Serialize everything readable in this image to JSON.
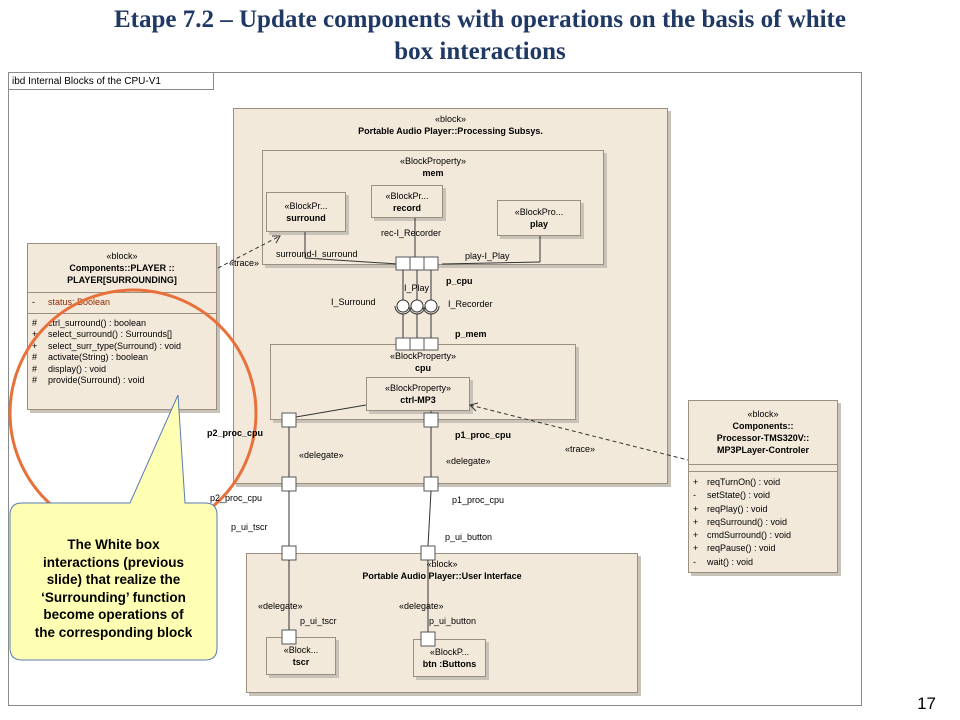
{
  "title": {
    "line1": "Etape 7.2 – Update components with operations on the basis of white",
    "line2": "box interactions"
  },
  "frame_label": "ibd Internal Blocks of the CPU-V1",
  "processing_block": {
    "stereotype": "«block»",
    "name": "Portable Audio Player::Processing Subsys."
  },
  "mem": {
    "stereotype": "«BlockProperty»",
    "name": "mem"
  },
  "surround": {
    "stereotype": "«BlockPr...",
    "name": "surround"
  },
  "record": {
    "stereotype": "«BlockPr...",
    "name": "record"
  },
  "play": {
    "stereotype": "«BlockPro...",
    "name": "play"
  },
  "cpu": {
    "stereotype": "«BlockProperty»",
    "name": "cpu"
  },
  "ctrl": {
    "stereotype": "«BlockProperty»",
    "name": "ctrl-MP3"
  },
  "player_block": {
    "stereotype": "«block»",
    "name_line1": "Components::PLAYER ::",
    "name_line2": "PLAYER[SURROUNDING]",
    "attributes": [
      {
        "vis": "-",
        "text": "status: Boolean"
      }
    ],
    "operations": [
      {
        "vis": "#",
        "text": "ctrl_surround() : boolean"
      },
      {
        "vis": "+",
        "text": "select_surround() : Surrounds[]"
      },
      {
        "vis": "+",
        "text": "select_surr_type(Surround) : void"
      },
      {
        "vis": "#",
        "text": "activate(String) : boolean"
      },
      {
        "vis": "#",
        "text": "display() : void"
      },
      {
        "vis": "#",
        "text": "provide(Surround) : void"
      }
    ]
  },
  "processor_block": {
    "stereotype": "«block»",
    "name_line1": "Components::",
    "name_line2": "Processor-TMS320V::",
    "name_line3": "MP3PLayer-Controler",
    "operations": [
      {
        "vis": "+",
        "text": "reqTurnOn() : void"
      },
      {
        "vis": "-",
        "text": "setState() : void"
      },
      {
        "vis": "+",
        "text": "reqPlay() : void"
      },
      {
        "vis": "+",
        "text": "reqSurround() : void"
      },
      {
        "vis": "+",
        "text": "cmdSurround() : void"
      },
      {
        "vis": "+",
        "text": "reqPause() : void"
      },
      {
        "vis": "-",
        "text": "wait() : void"
      }
    ]
  },
  "ui_block": {
    "stereotype": "«block»",
    "name": "Portable Audio Player::User Interface"
  },
  "tscr": {
    "stereotype": "«Block...",
    "name": "tscr"
  },
  "btn": {
    "stereotype": "«BlockP...",
    "name": "btn :Buttons"
  },
  "labels": {
    "trace1": "«trace»",
    "trace2": "«trace»",
    "surround_conn": "surround-I_surround",
    "rec_conn": "rec-I_Recorder",
    "play_conn": "play-I_Play",
    "p_cpu": "p_cpu",
    "i_play": "I_Play",
    "i_surround": "I_Surround",
    "i_recorder": "I_Recorder",
    "p_mem": "p_mem",
    "p2_proc_cpu_a": "p2_proc_cpu",
    "p1_proc_cpu_a": "p1_proc_cpu",
    "delegate1": "«delegate»",
    "delegate2": "«delegate»",
    "p2_proc_cpu_b": "p2_proc_cpu",
    "p1_proc_cpu_b": "p1_proc_cpu",
    "p_ui_tscr_a": "p_ui_tscr",
    "p_ui_button_a": "p_ui_button",
    "delegate3": "«delegate»",
    "delegate4": "«delegate»",
    "p_ui_tscr_b": "p_ui_tscr",
    "p_ui_button_b": "p_ui_button"
  },
  "callout": {
    "line1": "The White box",
    "line2": "interactions (previous",
    "line3": "slide) that realize the",
    "line4": "‘Surrounding’ function",
    "line5": "become operations of",
    "line6": "the corresponding block"
  },
  "page_number": "17",
  "colors": {
    "title": "#1F3864",
    "highlight_circle": "#E8703A",
    "callout_fill": "#FFFFB3",
    "block_fill": "#F3E9DB"
  }
}
